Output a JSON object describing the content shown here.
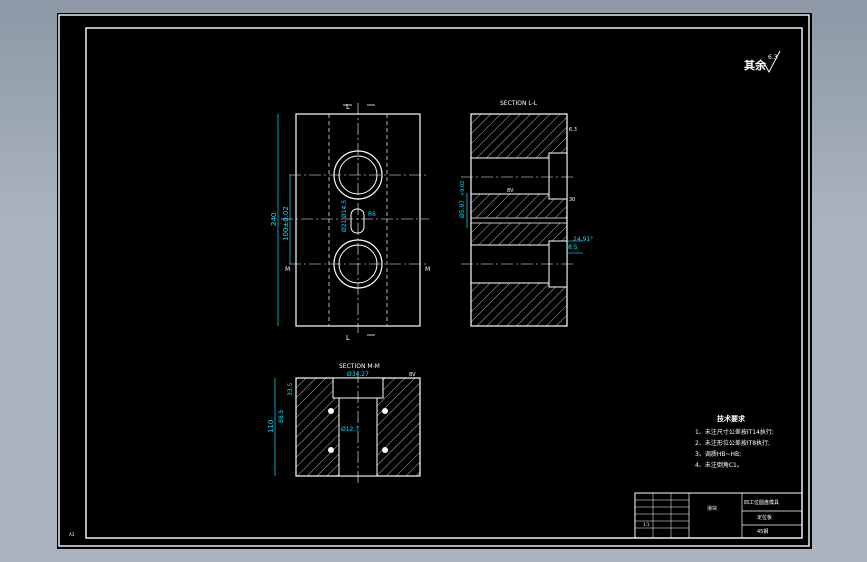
{
  "surface_finish": {
    "symbol": "其余",
    "value": "6.3"
  },
  "view_top": {
    "section_mark_top": "L",
    "section_mark_bottom": "L",
    "side_mark_left": "M",
    "side_mark_right": "M",
    "dim_height": "240",
    "dim_pitch": "100±0.02",
    "dim_small_upper": "Ø14.5",
    "dim_small_lower": "Ø21",
    "dim_small_right": "R6"
  },
  "view_section_l": {
    "title": "SECTION L-L",
    "dim_diameter": "Ø5.97",
    "dim_dia_tol": "+0.02",
    "dim_angle": "24.91°",
    "dim_right_small": "30",
    "dim_right_lower": "8.5",
    "dim_mid_label": "8V",
    "dim_upper_label": "6.3"
  },
  "view_section_m": {
    "title": "SECTION M-M",
    "dim_top_width": "Ø34.27",
    "dim_inner_width": "Ø12.7",
    "dim_total_height": "110",
    "dim_depth": "88.5",
    "dim_top_depth": "33.5",
    "finish_label": "8V"
  },
  "tech_requirements": {
    "title": "技术要求",
    "items": [
      "1、未注尺寸公差按IT14执行;",
      "2、未注形位公差按IT8执行;",
      "3、调质HB~HB;",
      "4、未注倒角C1。"
    ]
  },
  "title_block": {
    "drawing_name": "滑块",
    "designer_label": "四工位圆盘模具",
    "company": "定位板",
    "scale": "1:1",
    "material": "45钢"
  },
  "corner_mark": "A3"
}
